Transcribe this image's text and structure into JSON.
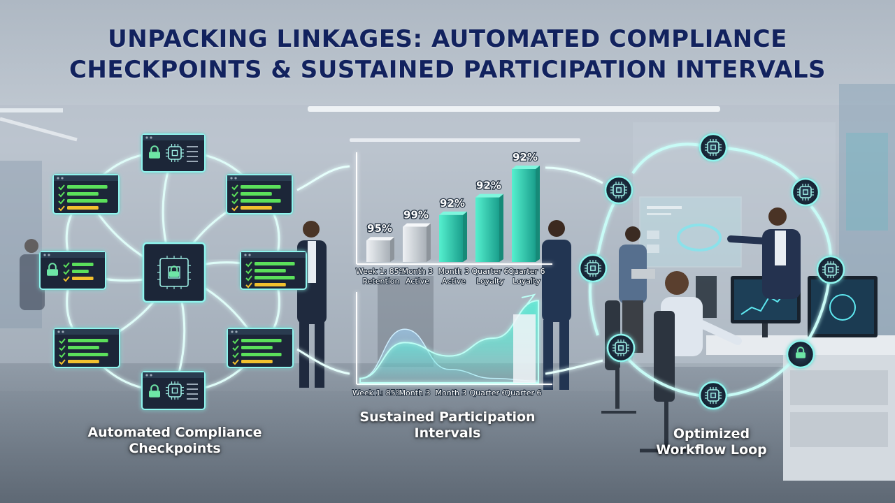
{
  "title": {
    "line1": "UNPACKING LINKAGES: AUTOMATED COMPLIANCE",
    "line2": "CHECKPOINTS & SUSTAINED PARTICIPATION INTERVALS"
  },
  "sections": {
    "compliance": {
      "line1": "Automated Compliance",
      "line2": "Checkpoints"
    },
    "participation": {
      "line1": "Sustained Participation",
      "line2": "Intervals"
    },
    "workflow": {
      "line1": "Optimized",
      "line2": "Workflow Loop"
    }
  },
  "colors": {
    "title": "#12225e",
    "glow": "#8ff5ee",
    "bar_teal": "#2fd6b4",
    "check_green": "#5be05b",
    "check_yellow": "#f2c12e"
  },
  "chart_data": [
    {
      "type": "bar",
      "categories": [
        [
          "Week 1: 85%",
          "Retention"
        ],
        [
          "Month 3",
          "Active"
        ],
        [
          "Month 3",
          "Active"
        ],
        [
          "Quarter 6",
          "Loyalty"
        ],
        [
          "Quarter 6",
          "Loyalty"
        ]
      ],
      "values": [
        95,
        99,
        92,
        92,
        92
      ],
      "data_labels": [
        "95%",
        "99%",
        "92%",
        "92%",
        "92%"
      ],
      "bar_heights_relative": [
        0.22,
        0.36,
        0.48,
        0.66,
        0.95
      ],
      "bar_colors": [
        "#cfd4d9",
        "#d9dde1",
        "#2fd6b4",
        "#2fd6b4",
        "#2fd6b4"
      ]
    },
    {
      "type": "area",
      "categories": [
        "Week 1: 85%",
        "Month 3",
        "Month 3",
        "Quarter 6",
        "Quarter 6"
      ],
      "series": [
        {
          "values": [
            0.05,
            0.45,
            0.3,
            0.5,
            0.92
          ]
        },
        {
          "values": [
            0.05,
            0.6,
            0.15,
            0.05,
            0.02
          ]
        }
      ]
    }
  ],
  "icons": {
    "compliance_hub": "cpu-lock-icon",
    "window_icons": [
      "lock-icon",
      "cpu-icon",
      "check-list-icon"
    ],
    "loop_nodes": [
      "cpu-icon",
      "cpu-icon",
      "cpu-icon",
      "cpu-icon",
      "cpu-icon",
      "cpu-icon",
      "lock-icon"
    ]
  }
}
